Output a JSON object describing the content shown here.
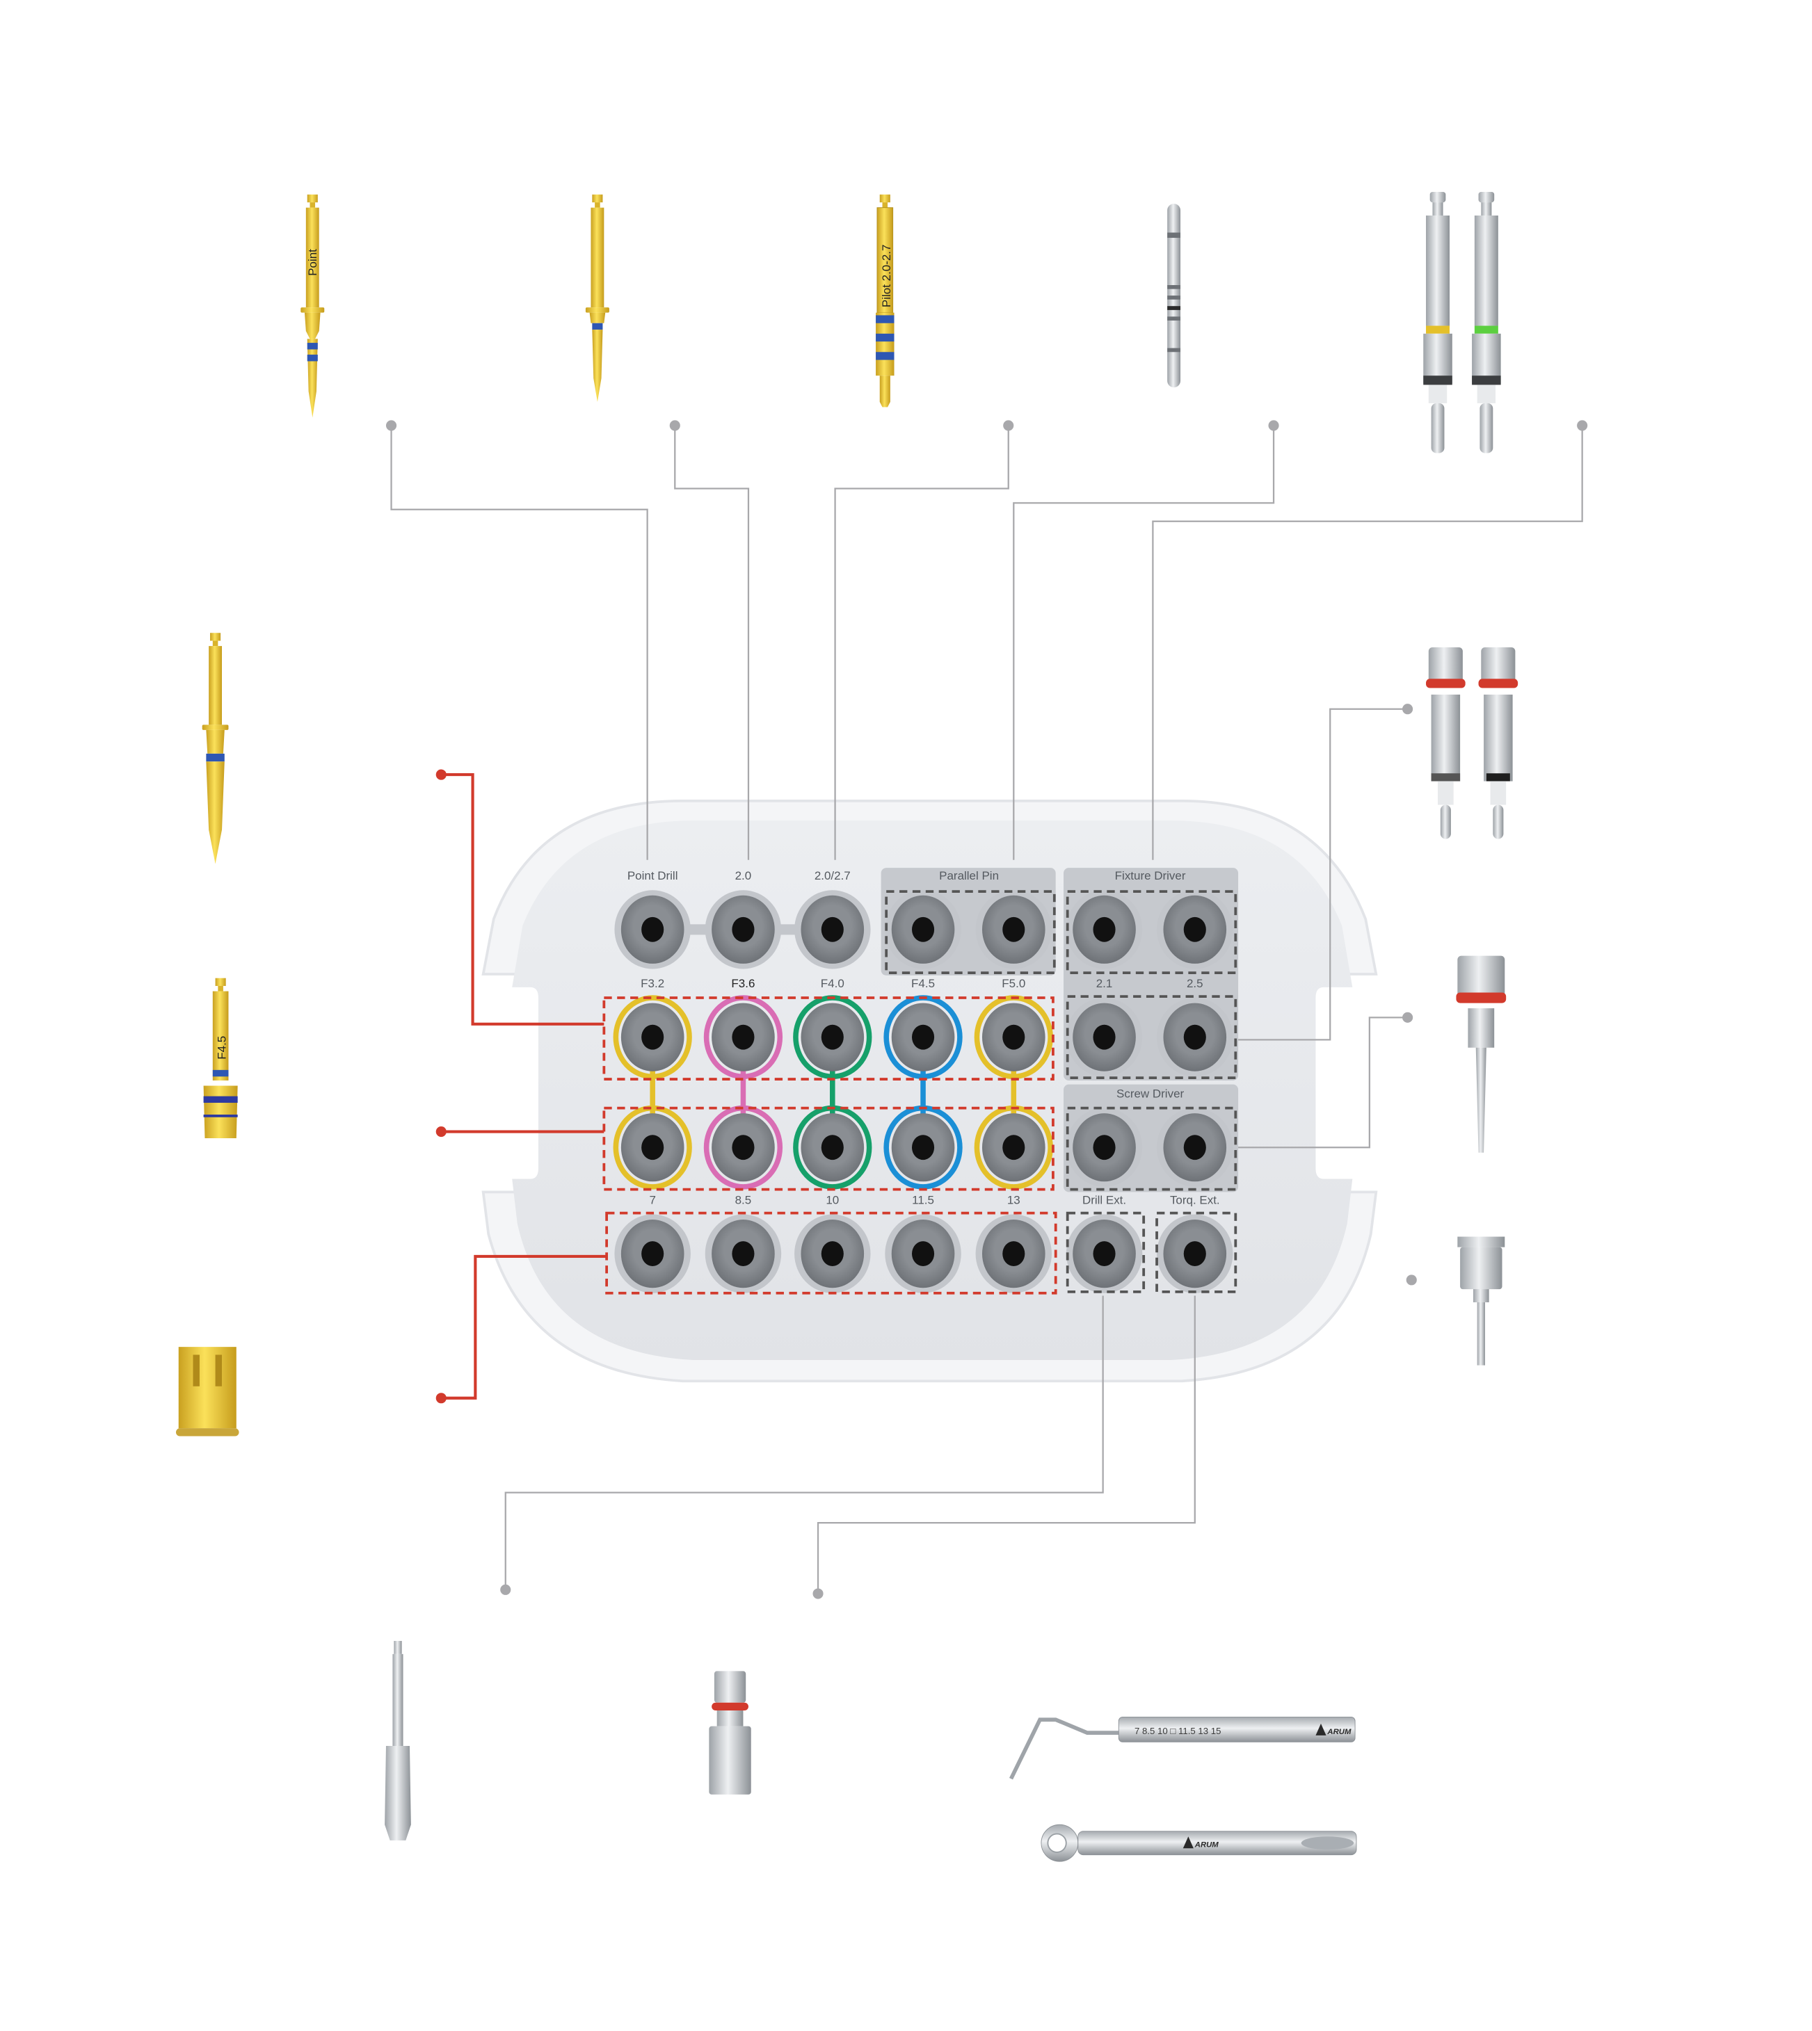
{
  "colors": {
    "yellow_ring": "#e4c02a",
    "pink_ring": "#d96db4",
    "green_ring": "#16a06a",
    "blue_ring": "#1b8fd6",
    "red_leader": "#d23a2c",
    "gray_leader": "#a8a8ab",
    "dashed_dark": "#555555",
    "gold": "#e9c53a",
    "band_blue": "#2e57b3"
  },
  "tray": {
    "top_labels": [
      "Point Drill",
      "2.0",
      "2.0/2.7"
    ],
    "groups": {
      "parallel_pin": "Parallel Pin",
      "fixture_driver": "Fixture Driver",
      "screw_driver": "Screw Driver",
      "drill_ext": "Drill Ext.",
      "torq_ext": "Torq. Ext."
    },
    "fixture_row_labels": [
      "F3.2",
      "F3.6",
      "F4.0",
      "F4.5",
      "F5.0"
    ],
    "fixture_driver_sizes": [
      "2.1",
      "2.5"
    ],
    "length_labels": [
      "7",
      "8.5",
      "10",
      "11.5",
      "13"
    ],
    "ring_colors": [
      "yellow",
      "pink",
      "green",
      "blue",
      "yellow"
    ]
  },
  "tools": {
    "point_drill_text": "Point",
    "pilot_drill_text": "Pilot 2.0-2.7",
    "final_drill_text": "F4.5",
    "depth_gauge": {
      "marks": "7  8.5  10 □ 11.5  13  15",
      "brand": "ARUM"
    },
    "torque_wrench": {
      "brand": "ARUM"
    }
  }
}
